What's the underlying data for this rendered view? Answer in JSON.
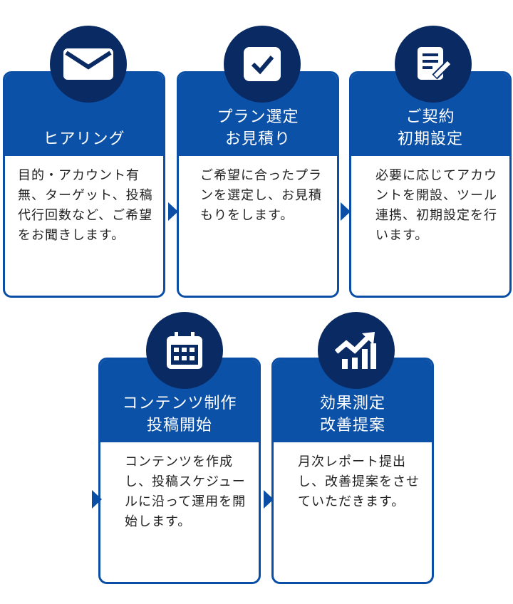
{
  "steps": [
    {
      "title": [
        "ヒアリング"
      ],
      "body": "目的・アカウント有無、ターゲット、投稿代行回数など、ご希望をお聞きします。",
      "icon": "mail-icon"
    },
    {
      "title": [
        "プラン選定",
        "お見積り"
      ],
      "body": "ご希望に合ったプランを選定し、お見積もりをします。",
      "icon": "check-icon"
    },
    {
      "title": [
        "ご契約",
        "初期設定"
      ],
      "body": "必要に応じてアカウントを開設、ツール連携、初期設定を行います。",
      "icon": "document-edit-icon"
    },
    {
      "title": [
        "コンテンツ制作",
        "投稿開始"
      ],
      "body": "コンテンツを作成し、投稿スケジュールに沿って運用を開始します。",
      "icon": "calendar-icon"
    },
    {
      "title": [
        "効果測定",
        "改善提案"
      ],
      "body": "月次レポート提出し、改善提案をさせていただきます。",
      "icon": "growth-chart-icon"
    }
  ],
  "colors": {
    "header": "#0b51a8",
    "circle": "#0a2a63"
  }
}
